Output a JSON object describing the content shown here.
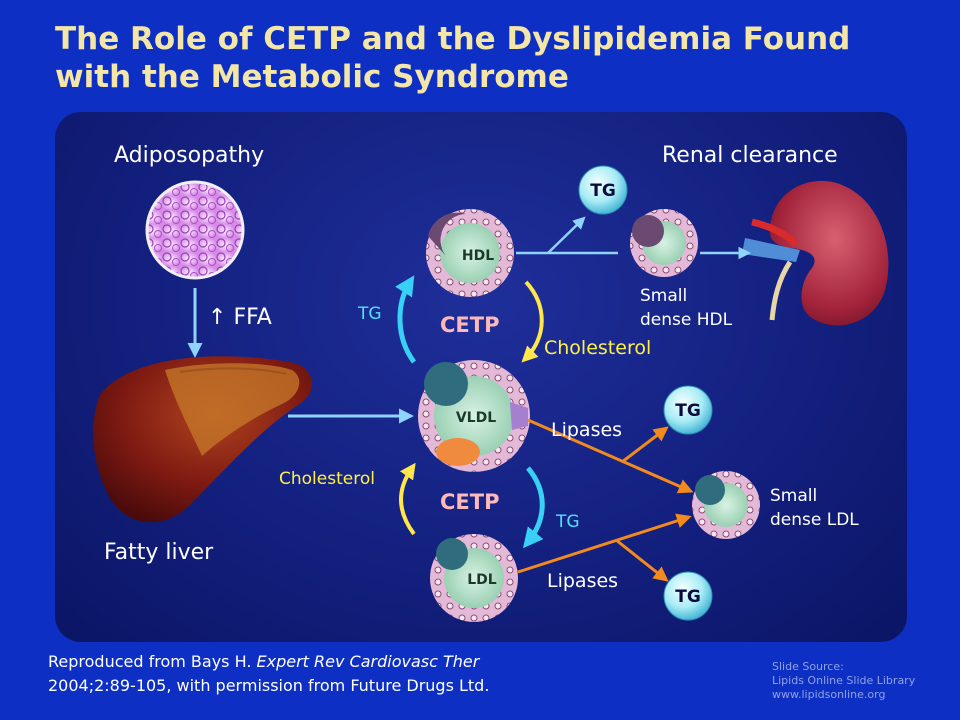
{
  "title": {
    "line1": "The Role of CETP and the Dyslipidemia Found",
    "line2": "with the Metabolic Syndrome"
  },
  "labels": {
    "adiposopathy": "Adiposopathy",
    "renal_clearance": "Renal clearance",
    "ffa_arrow": "↑",
    "ffa": "FFA",
    "fatty_liver": "Fatty liver",
    "tg_upper": "TG",
    "cetp_upper": "CETP",
    "cholesterol_upper": "Cholesterol",
    "cholesterol_lower": "Cholesterol",
    "cetp_lower": "CETP",
    "tg_lower": "TG",
    "lipases_upper": "Lipases",
    "lipases_lower": "Lipases",
    "small_dense_hdl_1": "Small",
    "small_dense_hdl_2": "dense HDL",
    "small_dense_ldl_1": "Small",
    "small_dense_ldl_2": "dense LDL"
  },
  "particles": {
    "hdl": "HDL",
    "vldl": "VLDL",
    "ldl": "LDL",
    "tg_bubble": "TG"
  },
  "footer": {
    "line1_plain": "Reproduced from Bays H. ",
    "line1_italic": "Expert Rev Cardiovasc Ther",
    "line2": "2004;2:89-105, with permission from Future Drugs Ltd."
  },
  "source": {
    "line1": "Slide Source:",
    "line2": "Lipids Online Slide Library",
    "line3": "www.lipidsonline.org"
  },
  "colors": {
    "background": "#0d2fc4",
    "title": "#f3e6a6",
    "cyan_arrow": "#39d0f5",
    "yellow_arrow": "#ffe64a",
    "orange_arrow": "#f28a1e",
    "light_arrow": "#8fd3ff"
  }
}
